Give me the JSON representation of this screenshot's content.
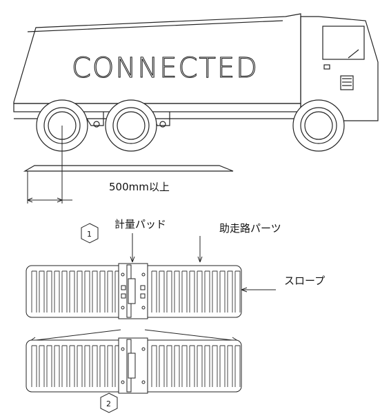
{
  "truck": {
    "body_text": "CONNECTED"
  },
  "dimension": {
    "label": "500mm以上"
  },
  "labels": {
    "weighing_pad": "計量パッド",
    "runway_parts": "助走路パーツ",
    "slope": "スロープ"
  },
  "markers": {
    "step1": "1",
    "step2": "2"
  }
}
